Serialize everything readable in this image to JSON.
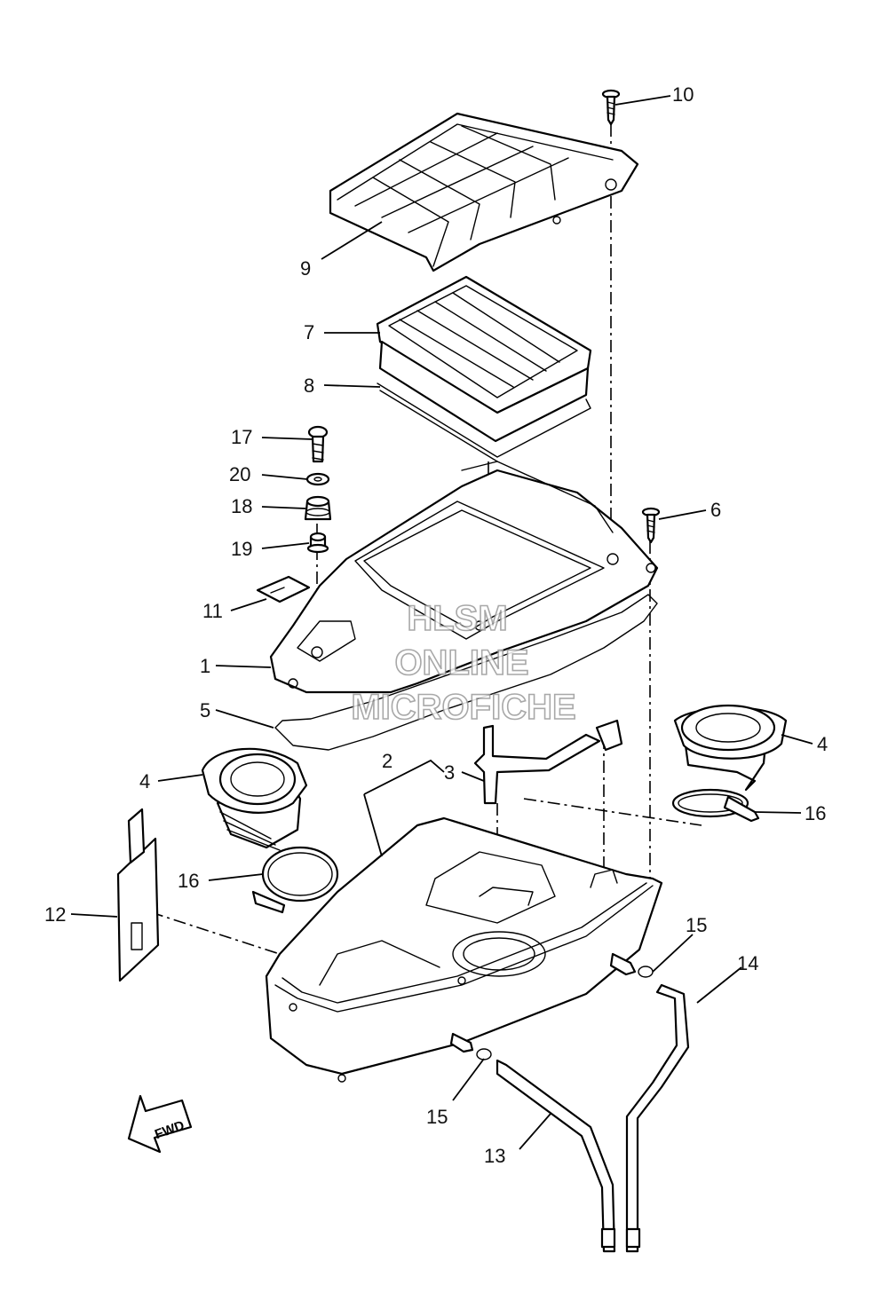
{
  "callouts": {
    "c1": "1",
    "c2": "2",
    "c3": "3",
    "c4a": "4",
    "c4b": "4",
    "c5": "5",
    "c6": "6",
    "c7": "7",
    "c8": "8",
    "c9": "9",
    "c10": "10",
    "c11": "11",
    "c12": "12",
    "c13": "13",
    "c14": "14",
    "c15a": "15",
    "c15b": "15",
    "c16a": "16",
    "c16b": "16",
    "c17": "17",
    "c18": "18",
    "c19": "19",
    "c20": "20"
  },
  "watermark": {
    "line1": "HLSM",
    "line2": "ONLINE",
    "line3": "MICROFICHE"
  },
  "direction_arrow": {
    "label": "FWD"
  }
}
